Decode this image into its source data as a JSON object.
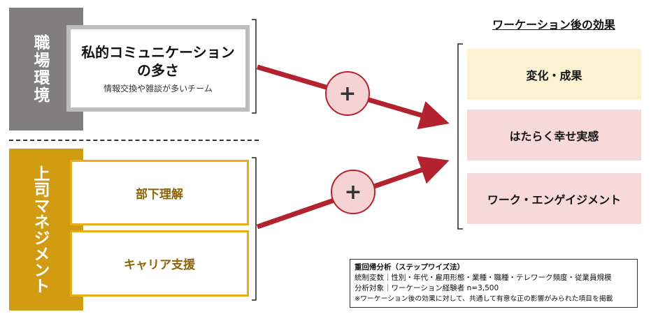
{
  "left": {
    "workplace_label": "職場環境",
    "manager_label": "上司マネジメント"
  },
  "factors": {
    "communication_title_line1": "私的コミュニケーション",
    "communication_title_line2": "の多さ",
    "communication_sub": "情報交換や雑談が多いチーム",
    "subordinate_understanding": "部下理解",
    "career_support": "キャリア支援"
  },
  "effects": {
    "header": "ワーケーション後の効果",
    "items": [
      "変化・成果",
      "はたらく幸せ実感",
      "ワーク・エンゲイジメント"
    ]
  },
  "signs": {
    "top": "+",
    "bottom": "+"
  },
  "note": {
    "title": "重回帰分析（ステップワイズ法）",
    "line1": "統制変数｜性別・年代・雇用形態・業種・職種・テレワーク頻度・従業員規模",
    "line2": "分析対象｜ワーケーション経験者 n=3,500",
    "line3": "※ワーケーション後の効果に対して、共通して有意な正の影響がみられた項目を掲載"
  },
  "colors": {
    "gray": "#807e7e",
    "gold": "#d19b12",
    "arrow": "#b3222f",
    "effect_yellow": "#fdf1d4",
    "effect_pink": "#f7d9da"
  }
}
